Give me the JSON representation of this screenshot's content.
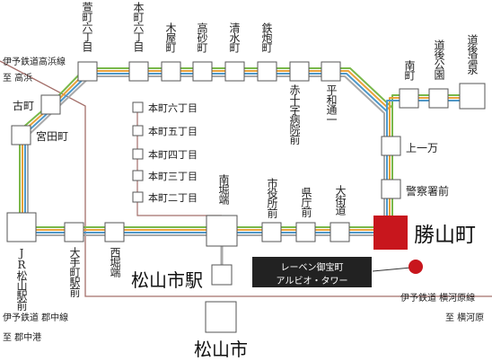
{
  "stations": {
    "kayamachi6": "萱町六丁目",
    "honmachi6_top": "本町六丁目",
    "kiyacho": "木屋町",
    "takasagocho": "高砂町",
    "shimizucho": "清水町",
    "teppocho": "鉄炮町",
    "sekijujibyoin": "赤十字病院前",
    "hiramachi1": "平和通一",
    "minamimachi": "南町",
    "dogokoen": "道後公園",
    "dogoonsen": "道後温泉",
    "kamiichiman": "上一万",
    "keisatsusho": "警察署前",
    "furumachi": "古町",
    "miyatacho": "宮田町",
    "jr_matsuyama": "JR松山駅前",
    "otemachi": "大手町駅前",
    "nishihoribata": "西堀端",
    "minamihoribata": "南堀端",
    "shiyakusho": "市役所前",
    "kencho": "県庁前",
    "okaido": "大街道",
    "katsuyamacho": "勝山町",
    "matsuyamashi_eki": "松山市駅",
    "matsuyamashi": "松山市",
    "honmachi_branch": [
      "本町六丁目",
      "本町五丁目",
      "本町四丁目",
      "本町三丁目",
      "本町二丁目"
    ]
  },
  "lines": {
    "takahama_line": "伊予鉄道高浜線",
    "to_takahama": "至 高浜",
    "gunchu_line": "伊予鉄道 郡中線",
    "to_gunchuko": "至 郡中港",
    "yokogawara_line": "伊予鉄道 横河原線",
    "to_yokogawara": "至 横河原"
  },
  "property": {
    "name_line1": "レーベン御宝町",
    "name_line2": "アルビオ・タワー"
  },
  "colors": {
    "line_green": "#79b84a",
    "line_orange": "#e8a23c",
    "line_blue": "#4f98c9",
    "line_gray": "#a9a9a9",
    "railway_brown": "#a46f6a",
    "katsuyama_red": "#c8161d",
    "marker_red": "#c8161d",
    "label_box": "#222222"
  }
}
